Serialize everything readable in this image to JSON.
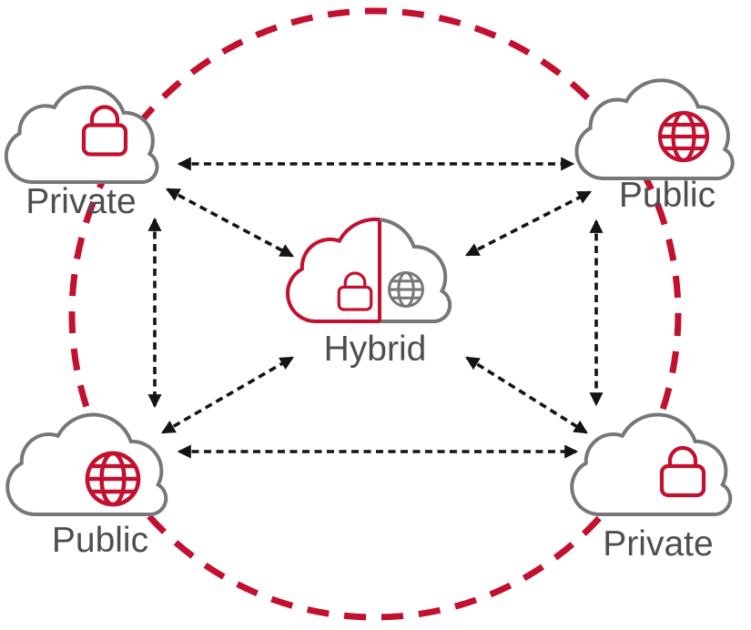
{
  "colors": {
    "red": "#C2102E",
    "cloud_gray": "#76777A",
    "text_gray": "#4D4E52",
    "arrow_black": "#141414",
    "background": "#FFFFFF"
  },
  "nodes": {
    "top_left": {
      "label": "Private",
      "icon": "lock-icon",
      "icon_color": "#C2102E"
    },
    "top_right": {
      "label": "Public",
      "icon": "globe-icon",
      "icon_color": "#C2102E"
    },
    "center": {
      "label": "Hybrid",
      "icon": "lock-icon + globe-icon",
      "left_color": "#C2102E",
      "right_color": "#76777A"
    },
    "bottom_left": {
      "label": "Public",
      "icon": "globe-icon",
      "icon_color": "#C2102E"
    },
    "bottom_right": {
      "label": "Private",
      "icon": "lock-icon",
      "icon_color": "#C2102E"
    }
  },
  "connections": [
    {
      "between": [
        "top_left",
        "top_right"
      ],
      "style": "dashed-double-arrow"
    },
    {
      "between": [
        "bottom_left",
        "bottom_right"
      ],
      "style": "dashed-double-arrow"
    },
    {
      "between": [
        "top_left",
        "bottom_left"
      ],
      "style": "dashed-double-arrow"
    },
    {
      "between": [
        "top_right",
        "bottom_right"
      ],
      "style": "dashed-double-arrow"
    },
    {
      "between": [
        "top_left",
        "center"
      ],
      "style": "dashed-double-arrow"
    },
    {
      "between": [
        "top_right",
        "center"
      ],
      "style": "dashed-double-arrow"
    },
    {
      "between": [
        "bottom_left",
        "center"
      ],
      "style": "dashed-double-arrow"
    },
    {
      "between": [
        "bottom_right",
        "center"
      ],
      "style": "dashed-double-arrow"
    }
  ],
  "ring": {
    "style": "dashed-circle",
    "color": "#C2102E"
  }
}
